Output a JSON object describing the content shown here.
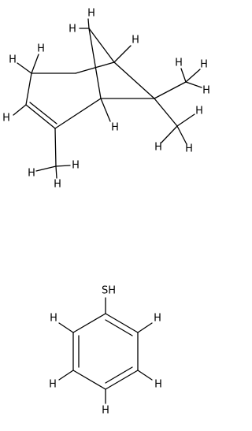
{
  "diagram": {
    "type": "chemical-structure",
    "molecules": [
      {
        "id": "bicyclic-terpene",
        "atom_labels": [
          "H",
          "H",
          "H",
          "H",
          "H",
          "H",
          "H",
          "H",
          "H",
          "H",
          "H",
          "H",
          "H",
          "H",
          "H",
          "H"
        ]
      },
      {
        "id": "thiophenol",
        "atom_labels": [
          "SH",
          "H",
          "H",
          "H",
          "H",
          "H"
        ]
      }
    ]
  }
}
